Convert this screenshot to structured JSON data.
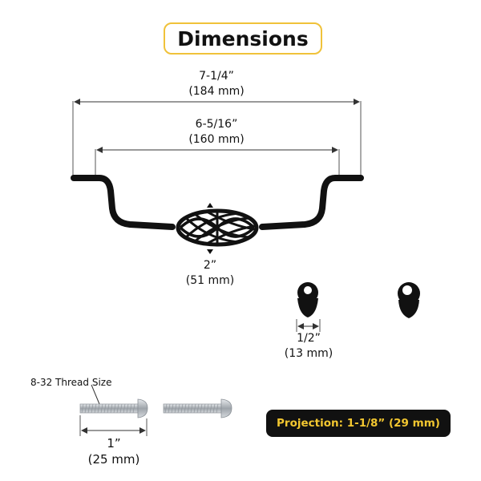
{
  "title": "Dimensions",
  "dims": {
    "overall": {
      "imperial": "7-1/4”",
      "metric": "(184 mm)"
    },
    "center_to_center": {
      "imperial": "6-5/16”",
      "metric": "(160 mm)"
    },
    "cage_width": {
      "imperial": "2”",
      "metric": "(51 mm)"
    },
    "post_width": {
      "imperial": "1/2”",
      "metric": "(13 mm)"
    },
    "screw_length": {
      "imperial": "1”",
      "metric": "(25 mm)"
    }
  },
  "screw": {
    "thread_label": "8-32 Thread Size"
  },
  "projection": "Projection: 1-1/8” (29 mm)",
  "colors": {
    "accent": "#f0c23a",
    "handle": "#111111",
    "screw": "#b9bec3",
    "pill_bg": "#111111",
    "pill_text": "#f3c730"
  }
}
